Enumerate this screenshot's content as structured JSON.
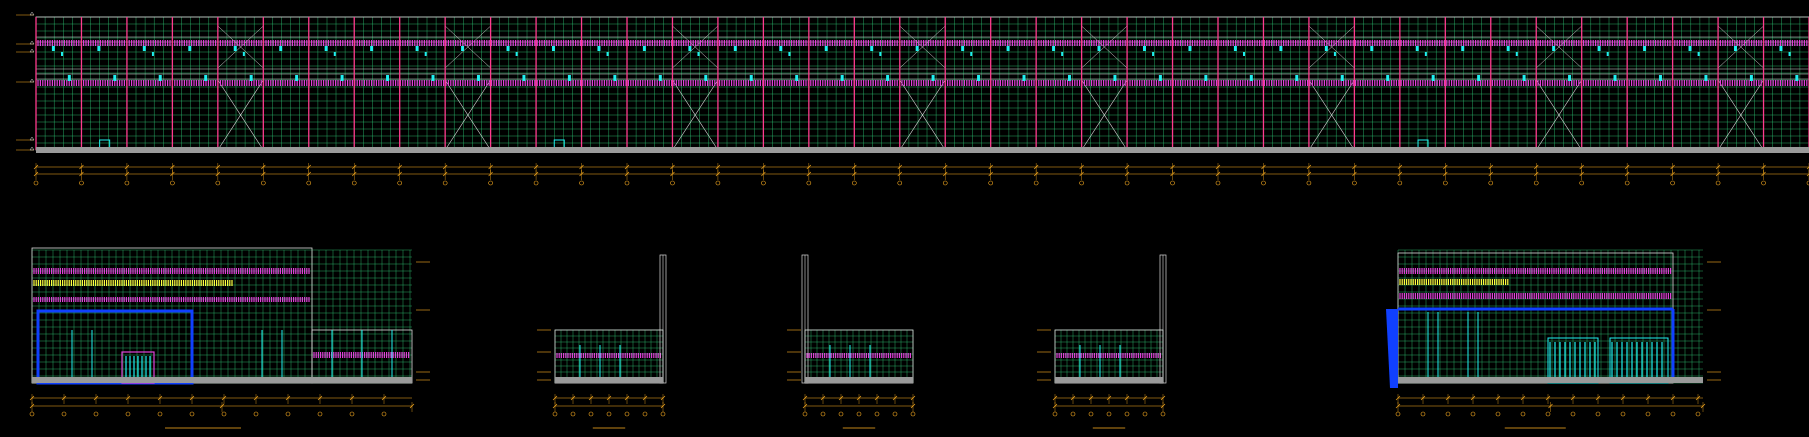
{
  "colors": {
    "background": "#000000",
    "grid": "#2fd07a",
    "column": "#ff3b8e",
    "pink_detail": "#e040d8",
    "cyan_detail": "#1ff0f0",
    "ground": "#9a9a9a",
    "dimension": "#ffb020",
    "frame_white": "#dcdcdc",
    "blue_frame": "#1040ff",
    "yellow_detail": "#ffff40",
    "red_detail": "#ff2020"
  },
  "main_elevation": {
    "bay_count": 39,
    "diagonal_bracing_bays": [
      4,
      9,
      14,
      19,
      23,
      28,
      33,
      37
    ],
    "door_bays": [
      1,
      11,
      30
    ]
  },
  "sub_elevations": [
    {
      "id": "left-gable",
      "title": ""
    },
    {
      "id": "section-1",
      "title": ""
    },
    {
      "id": "section-2",
      "title": ""
    },
    {
      "id": "section-3",
      "title": ""
    },
    {
      "id": "right-gable",
      "title": ""
    }
  ]
}
